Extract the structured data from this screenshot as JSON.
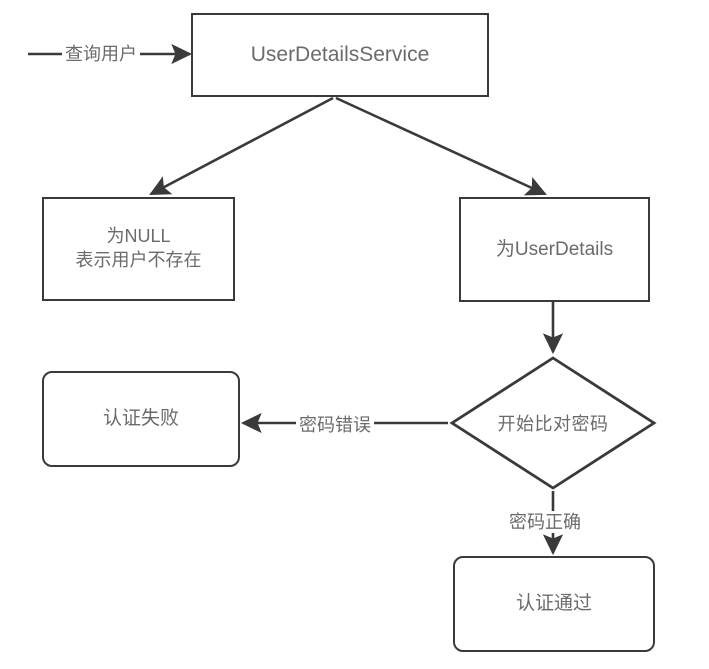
{
  "diagram": {
    "type": "flowchart",
    "title": "Spring Security UserDetailsService authentication flow",
    "colors": {
      "background": "#ffffff",
      "stroke": "#3a3a3a",
      "text": "#6b6b6b"
    },
    "nodes": [
      {
        "id": "service",
        "shape": "rectangle",
        "label": "UserDetailsService"
      },
      {
        "id": "null",
        "shape": "rectangle",
        "label": "为NULL\n表示用户不存在"
      },
      {
        "id": "userdetails",
        "shape": "rectangle",
        "label": "为UserDetails"
      },
      {
        "id": "decision",
        "shape": "diamond",
        "label": "开始比对密码"
      },
      {
        "id": "fail",
        "shape": "rounded-rectangle",
        "label": "认证失败"
      },
      {
        "id": "pass",
        "shape": "rounded-rectangle",
        "label": "认证通过"
      }
    ],
    "edges": [
      {
        "id": "query",
        "from": "start",
        "to": "service",
        "label": "查询用户"
      },
      {
        "id": "to-null",
        "from": "service",
        "to": "null",
        "label": ""
      },
      {
        "id": "to-ud",
        "from": "service",
        "to": "userdetails",
        "label": ""
      },
      {
        "id": "to-cmp",
        "from": "userdetails",
        "to": "decision",
        "label": ""
      },
      {
        "id": "wrongpw",
        "from": "decision",
        "to": "fail",
        "label": "密码错误"
      },
      {
        "id": "rightpw",
        "from": "decision",
        "to": "pass",
        "label": "密码正确"
      }
    ]
  }
}
